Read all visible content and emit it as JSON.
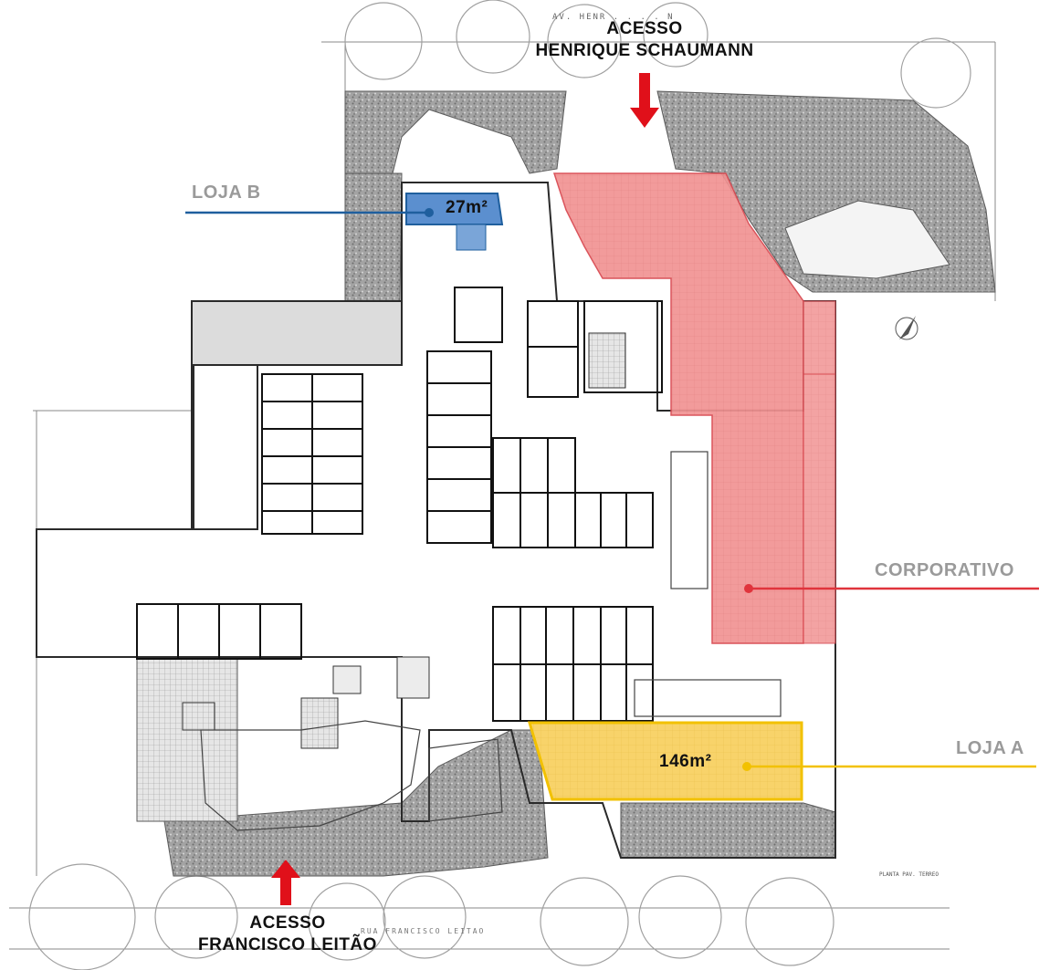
{
  "labels": {
    "access_north_line1": "ACESSO",
    "access_north_line2": "HENRIQUE SCHAUMANN",
    "access_south_line1": "ACESSO",
    "access_south_line2": "FRANCISCO LEITÃO",
    "loja_b": "LOJA B",
    "loja_b_area": "27m²",
    "corporativo": "CORPORATIVO",
    "loja_a": "LOJA A",
    "loja_a_area": "146m²",
    "street_north": "AV. HENR . . . . N",
    "street_south": "RUA  FRANCISCO  LEITAO",
    "plan_title": "PLANTA PAV. TERREO"
  },
  "colors": {
    "loja_b": "#1f5f9e",
    "loja_b_fill": "#5b8fcf",
    "corporativo": "#e0343c",
    "corporativo_fill": "#f08a8a",
    "loja_a": "#f2c100",
    "loja_a_fill": "#f8d36a",
    "arrow": "#e0101a",
    "callout_text": "#9a9a9a",
    "landscape": "#9d9d9d"
  },
  "icons": {
    "north_arrow": "north-arrow-icon",
    "access_arrow": "red-arrow-icon"
  }
}
